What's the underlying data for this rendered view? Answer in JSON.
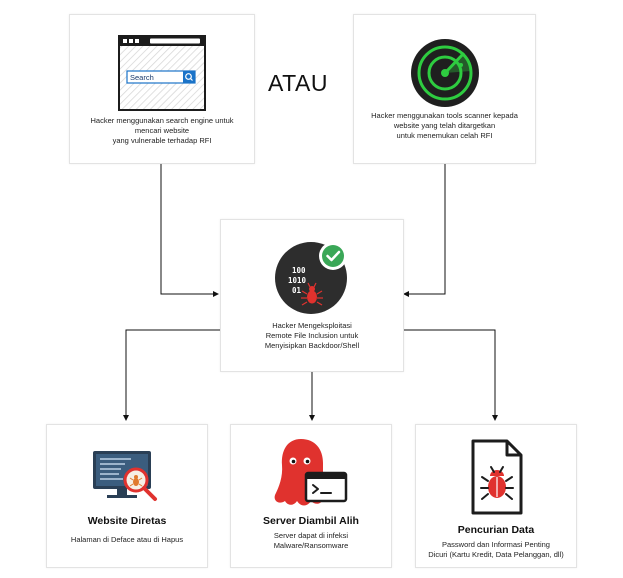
{
  "connector_word": "ATAU",
  "search_card": {
    "search_label": "Search",
    "lines": [
      "Hacker menggunakan search engine untuk",
      "mencari website",
      "yang vulnerable terhadap RFI"
    ]
  },
  "scanner_card": {
    "lines": [
      "Hacker menggunakan tools scanner kepada",
      "website yang telah ditargetkan",
      "untuk menemukan celah RFI"
    ]
  },
  "exploit_card": {
    "binary_lines": [
      "100",
      "1010",
      "01"
    ],
    "lines": [
      "Hacker Mengeksploitasi",
      "Remote File Inclusion untuk",
      "Menyisipkan Backdoor/Shell"
    ]
  },
  "deface_card": {
    "title": "Website Diretas",
    "lines": [
      "Halaman di Deface atau di Hapus"
    ]
  },
  "takeover_card": {
    "title": "Server Diambil Alih",
    "lines": [
      "Server dapat di infeksi",
      "Malware/Ransomware"
    ]
  },
  "theft_card": {
    "title": "Pencurian Data",
    "lines": [
      "Password dan Informasi Penting",
      "Dicuri (Kartu Kredit, Data Pelanggan, dll)"
    ]
  },
  "colors": {
    "accent_red": "#e0322e",
    "dark": "#2a2a2a",
    "radar_green": "#2ecc40",
    "check_green": "#3aa757"
  }
}
